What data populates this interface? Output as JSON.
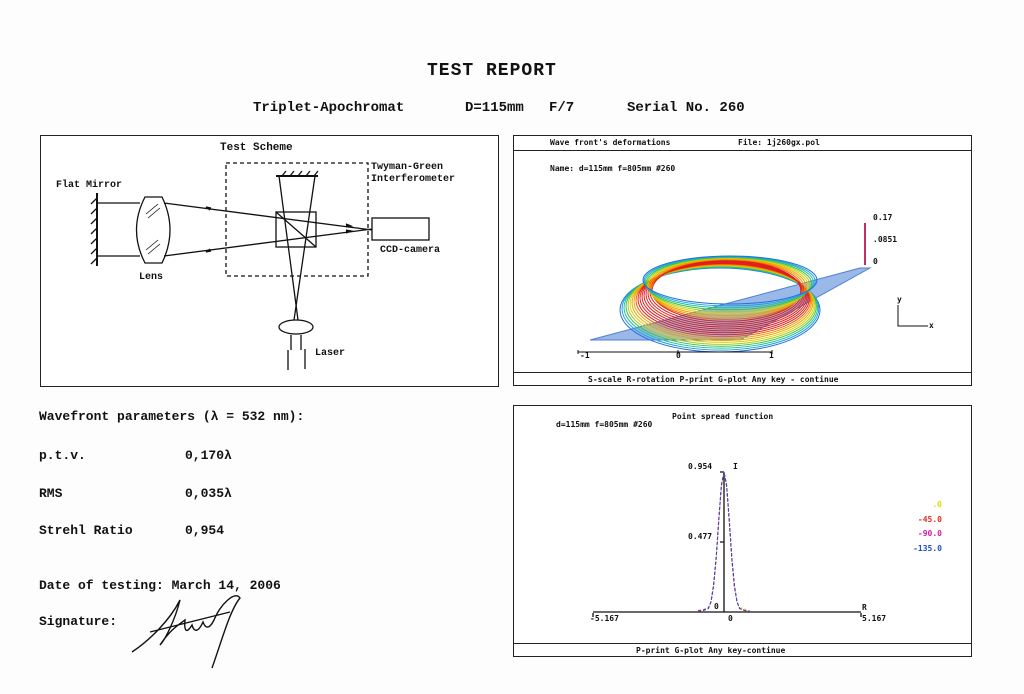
{
  "title": "TEST REPORT",
  "subtitle": {
    "product": "Triplet-Apochromat",
    "diameter": "D=115mm",
    "focal_ratio": "F/7",
    "serial": "Serial No. 260"
  },
  "scheme": {
    "title": "Test Scheme",
    "flat_mirror": "Flat Mirror",
    "lens": "Lens",
    "interferometer_1": "Twyman-Green",
    "interferometer_2": "Interferometer",
    "camera": "CCD-camera",
    "laser": "Laser"
  },
  "wavefront_panel": {
    "title": "Wave front's deformations",
    "file": "File: 1j260gx.pol",
    "name": "Name:  d=115mm f=805mm #260",
    "scale_max": "0.17",
    "scale_mid": ".0851",
    "scale_min": "0",
    "x_ticks": [
      "-1",
      "0",
      "1"
    ],
    "axis_y": "y",
    "axis_x": "x",
    "footer": "S-scale  R-rotation  P-print  G-plot  Any key - continue"
  },
  "psf_panel": {
    "title": "Point spread function",
    "name": "d=115mm f=805mm #260",
    "footer": "P-print   G-plot   Any key-continue"
  },
  "params": {
    "heading": "Wavefront parameters (λ = 532 nm):",
    "rows": [
      {
        "label": "p.t.v.",
        "value": "0,170λ"
      },
      {
        "label": "RMS",
        "value": "0,035λ"
      },
      {
        "label": "Strehl Ratio",
        "value": "0,954"
      }
    ]
  },
  "date": "Date of testing: March 14, 2006",
  "signature_label": "Signature:",
  "chart_data": {
    "type": "line",
    "title": "Point spread function",
    "xlabel": "R",
    "ylabel": "I",
    "xlim": [
      -5.167,
      5.167
    ],
    "ylim": [
      0,
      0.954
    ],
    "x_tick_labels": [
      "-5.167",
      "0",
      "5.167"
    ],
    "y_tick_labels": [
      "0",
      "0.477",
      "0.954"
    ],
    "x": [
      -1.0,
      -0.8,
      -0.6,
      -0.5,
      -0.4,
      -0.3,
      -0.2,
      -0.1,
      0,
      0.1,
      0.2,
      0.3,
      0.4,
      0.5,
      0.6,
      0.8,
      1.0
    ],
    "series": [
      {
        "name": ".0",
        "color": "#e8d800",
        "values": [
          0.005,
          0.01,
          0.024,
          0.07,
          0.18,
          0.37,
          0.63,
          0.86,
          0.954,
          0.86,
          0.63,
          0.37,
          0.18,
          0.07,
          0.03,
          0.02,
          0.005
        ]
      },
      {
        "name": "-45.0",
        "color": "#e03020",
        "values": [
          0.01,
          0.015,
          0.03,
          0.07,
          0.18,
          0.37,
          0.62,
          0.86,
          0.954,
          0.86,
          0.62,
          0.36,
          0.17,
          0.07,
          0.025,
          0.01,
          0.005
        ]
      },
      {
        "name": "-90.0",
        "color": "#d020a0",
        "values": [
          0.005,
          0.01,
          0.024,
          0.07,
          0.18,
          0.37,
          0.63,
          0.86,
          0.954,
          0.86,
          0.63,
          0.37,
          0.18,
          0.07,
          0.024,
          0.01,
          0.005
        ]
      },
      {
        "name": "-135.0",
        "color": "#2050d0",
        "values": [
          0.005,
          0.01,
          0.024,
          0.07,
          0.19,
          0.38,
          0.64,
          0.87,
          0.954,
          0.87,
          0.64,
          0.38,
          0.19,
          0.07,
          0.024,
          0.01,
          0.005
        ]
      }
    ]
  }
}
